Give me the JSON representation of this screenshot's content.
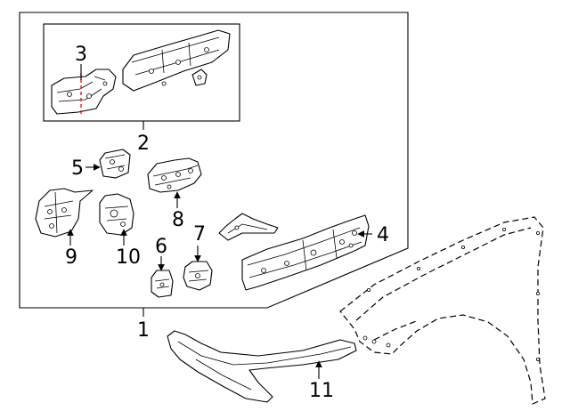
{
  "callouts": {
    "c1": "1",
    "c2": "2",
    "c3": "3",
    "c4": "4",
    "c5": "5",
    "c6": "6",
    "c7": "7",
    "c8": "8",
    "c9": "9",
    "c10": "10",
    "c11": "11"
  },
  "colors": {
    "line": "#000000",
    "background": "#ffffff",
    "cut_line": "#e0201c"
  }
}
